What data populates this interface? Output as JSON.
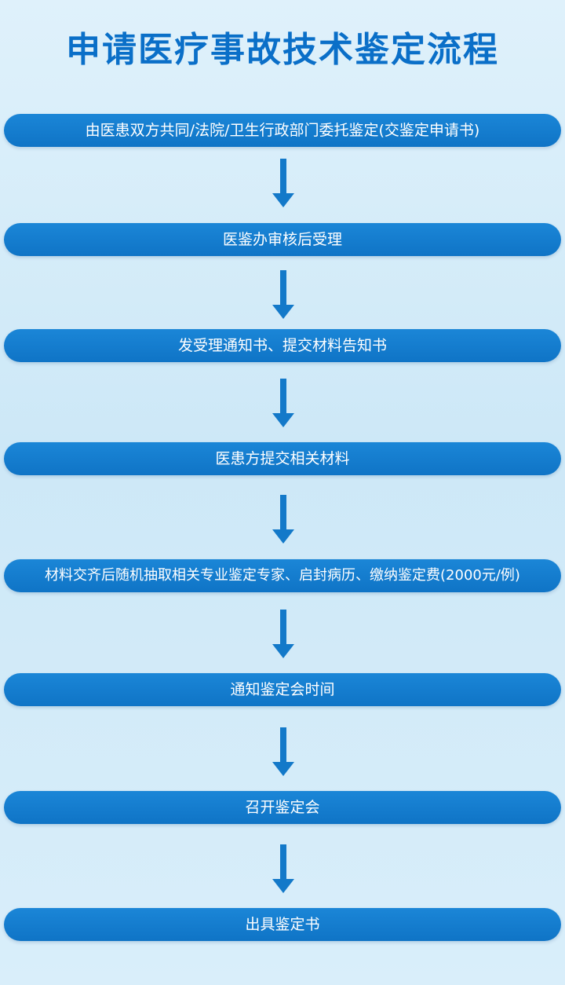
{
  "title": "申请医疗事故技术鉴定流程",
  "steps": [
    {
      "label": "由医患双方共同/法院/卫生行政部门委托鉴定(交鉴定申请书)"
    },
    {
      "label": "医鉴办审核后受理"
    },
    {
      "label": "发受理通知书、提交材料告知书"
    },
    {
      "label": "医患方提交相关材料"
    },
    {
      "label": "材料交齐后随机抽取相关专业鉴定专家、启封病历、缴纳鉴定费(2000元/例)"
    },
    {
      "label": "通知鉴定会时间"
    },
    {
      "label": "召开鉴定会"
    },
    {
      "label": "出具鉴定书"
    }
  ],
  "colors": {
    "title": "#0a6fc8",
    "step_fill": "#1379c9",
    "arrow": "#1379c9",
    "background": "#d5ecf8"
  }
}
